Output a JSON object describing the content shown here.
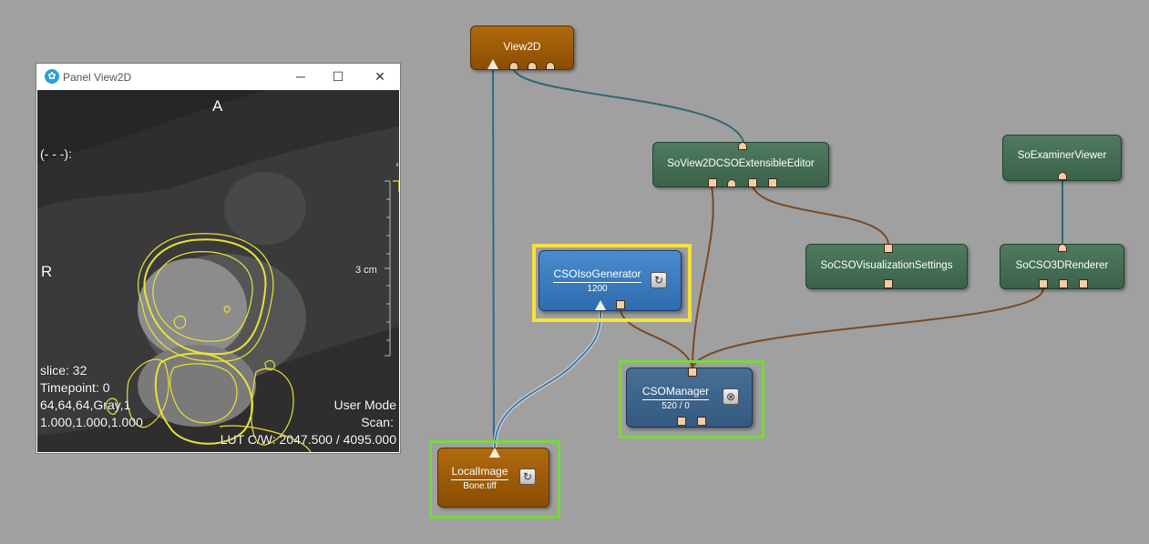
{
  "panel": {
    "title": "Panel View2D",
    "minimize_glyph": "─",
    "maximize_glyph": "☐",
    "close_glyph": "✕",
    "orientation_top": "A",
    "orientation_left": "R",
    "cursor_readout": "(- - -):",
    "scale_label": "3 cm",
    "slice": "slice:  32",
    "timepoint": "Timepoint: 0",
    "image_info": "64,64,64,Gray,1",
    "voxel_size": "1.000,1.000,1.000",
    "mode": "User Mode",
    "scan": "Scan:",
    "lut": "LUT C/W: 2047.500 / 4095.000"
  },
  "modules": {
    "view2d": {
      "title": "View2D"
    },
    "editor": {
      "title": "SoView2DCSOExtensibleEditor"
    },
    "examiner": {
      "title": "SoExaminerViewer"
    },
    "vis_settings": {
      "title": "SoCSOVisualizationSettings"
    },
    "renderer": {
      "title": "SoCSO3DRenderer"
    },
    "iso_generator": {
      "title": "CSOIsoGenerator",
      "value": "1200",
      "button_glyph": "↻"
    },
    "cso_manager": {
      "title": "CSOManager",
      "value": "520 / 0",
      "button_glyph": "⊗"
    },
    "local_image": {
      "title": "LocalImage",
      "value": "Bone.tiff",
      "button_glyph": "↻"
    }
  },
  "colors": {
    "canvas_bg": "#a0a0a0",
    "brown_module": "#9a5a08",
    "green_module": "#446e55",
    "blue_module": "#3a7cc0",
    "highlight_yellow": "#f4e13a",
    "highlight_green": "#77d83e",
    "wire_image": "#2e6a8c",
    "wire_base": "#7a4a22",
    "wire_scene": "#2e6a70"
  }
}
